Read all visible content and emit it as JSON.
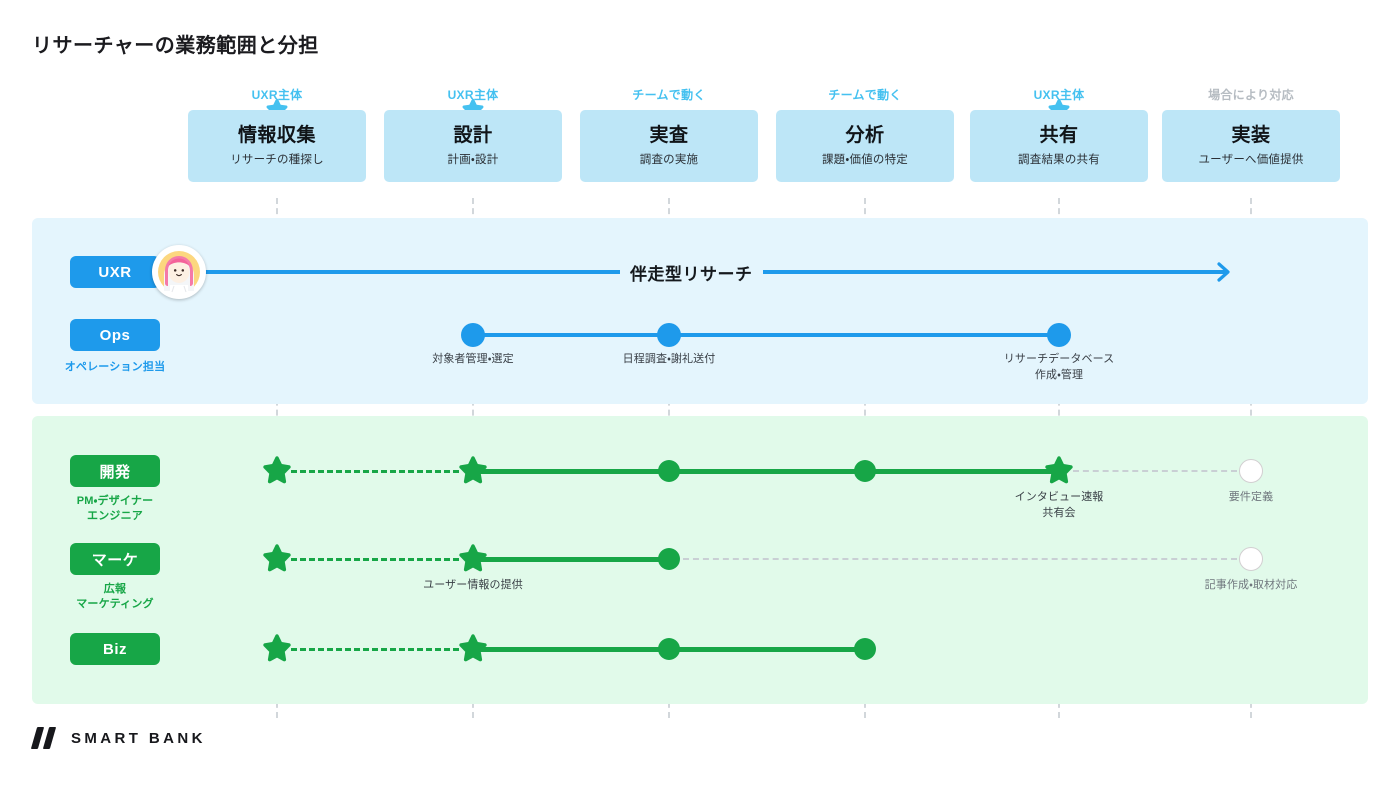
{
  "page": {
    "title": "リサーチャーの業務範囲と分担"
  },
  "colors": {
    "stage_card": "#bde6f7",
    "stage_owner_accent": "#45c1f0",
    "stage_owner_muted": "#b6bcc2",
    "panel_blue": "#e4f5fd",
    "panel_green": "#e1faea",
    "chip_blue": "#1e9aeb",
    "chip_green": "#17a647",
    "guide_dash": "#d2d7db",
    "hollow_node_border": "#d2cfd1"
  },
  "stages": [
    {
      "owner": "UXR主体",
      "owner_muted": false,
      "star": true,
      "name": "情報収集",
      "sub": "リサーチの種探し"
    },
    {
      "owner": "UXR主体",
      "owner_muted": false,
      "star": true,
      "name": "設計",
      "sub": "計画・設計"
    },
    {
      "owner": "チームで動く",
      "owner_muted": false,
      "star": false,
      "name": "実査",
      "sub": "調査の実施"
    },
    {
      "owner": "チームで動く",
      "owner_muted": false,
      "star": false,
      "name": "分析",
      "sub": "課題・価値の特定"
    },
    {
      "owner": "UXR主体",
      "owner_muted": false,
      "star": true,
      "name": "共有",
      "sub": "調査結果の共有"
    },
    {
      "owner": "場合により対応",
      "owner_muted": true,
      "star": false,
      "name": "実装",
      "sub": "ユーザーへ価値提供"
    }
  ],
  "blue_section": {
    "rows": [
      {
        "chip": "UXR",
        "chip_sub": "",
        "center_label": "伴走型リサーチ",
        "has_avatar": true,
        "nodes": []
      },
      {
        "chip": "Ops",
        "chip_sub": "オペレーション担当",
        "center_label": "",
        "has_avatar": false,
        "nodes": [
          {
            "stage": 2,
            "label": "対象者管理・選定"
          },
          {
            "stage": 3,
            "label": "日程調査・謝礼送付"
          },
          {
            "stage": 5,
            "label": "リサーチデータベース\n作成・管理"
          }
        ]
      }
    ]
  },
  "green_section": {
    "rows": [
      {
        "chip": "開発",
        "chip_sub": "PM・デザイナー\nエンジニア",
        "nodes": [
          {
            "stage": 1,
            "type": "star",
            "label": ""
          },
          {
            "stage": 2,
            "type": "star",
            "label": ""
          },
          {
            "stage": 3,
            "type": "dot",
            "label": ""
          },
          {
            "stage": 4,
            "type": "dot",
            "label": ""
          },
          {
            "stage": 5,
            "type": "star",
            "label": "インタビュー速報\n共有会"
          },
          {
            "stage": 6,
            "type": "hollow",
            "label": "要件定義"
          }
        ]
      },
      {
        "chip": "マーケ",
        "chip_sub": "広報\nマーケティング",
        "nodes": [
          {
            "stage": 1,
            "type": "star",
            "label": ""
          },
          {
            "stage": 2,
            "type": "star",
            "label": "ユーザー情報の提供"
          },
          {
            "stage": 3,
            "type": "dot",
            "label": ""
          },
          {
            "stage": 6,
            "type": "hollow",
            "label": "記事作成・取材対応"
          }
        ]
      },
      {
        "chip": "Biz",
        "chip_sub": "",
        "nodes": [
          {
            "stage": 1,
            "type": "star",
            "label": ""
          },
          {
            "stage": 2,
            "type": "star",
            "label": ""
          },
          {
            "stage": 3,
            "type": "dot",
            "label": ""
          },
          {
            "stage": 4,
            "type": "dot",
            "label": ""
          }
        ]
      }
    ]
  },
  "footer": {
    "brand": "SMART BANK"
  }
}
